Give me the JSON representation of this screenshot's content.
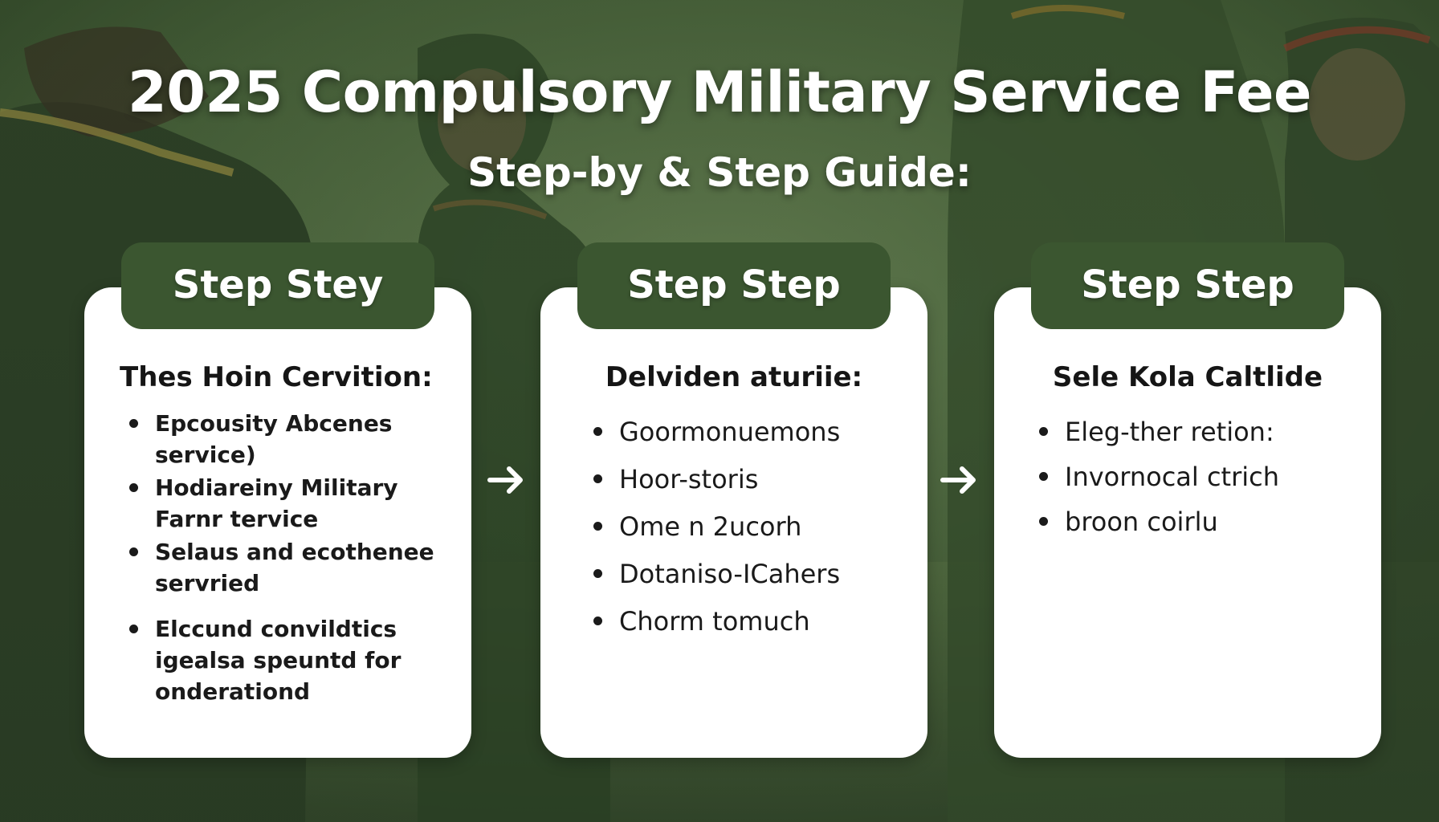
{
  "header": {
    "title": "2025 Compulsory Military Service Fee",
    "subtitle": "Step-by & Step Guide:"
  },
  "steps": [
    {
      "tab_label": "Step Stey",
      "heading": "Thes Hoin Cervition:",
      "items": [
        "Epcousity Abcenes service)",
        "Hodiareiny Military Farnr tervice",
        "Selaus and ecothenee servried",
        "Elccund convildtics igealsa speuntd for onderationd"
      ]
    },
    {
      "tab_label": "Step Step",
      "heading": "Delviden aturiie:",
      "items": [
        "Goormonuemons",
        "Hoor-storis",
        "Ome n 2ucorh",
        "Dotaniso-ICahers",
        "Chorm tomuch"
      ]
    },
    {
      "tab_label": "Step Step",
      "heading": "Sele Kola Caltlide",
      "items": [
        "Eleg-ther retion:",
        "Invornocal ctrich",
        "broon coirlu"
      ]
    }
  ],
  "colors": {
    "tab_green": "#3b5630",
    "background_green": "#465a3a",
    "card": "#ffffff",
    "text": "#1a1a1a"
  },
  "icons": [
    "arrow-right-icon",
    "arrow-right-icon"
  ]
}
